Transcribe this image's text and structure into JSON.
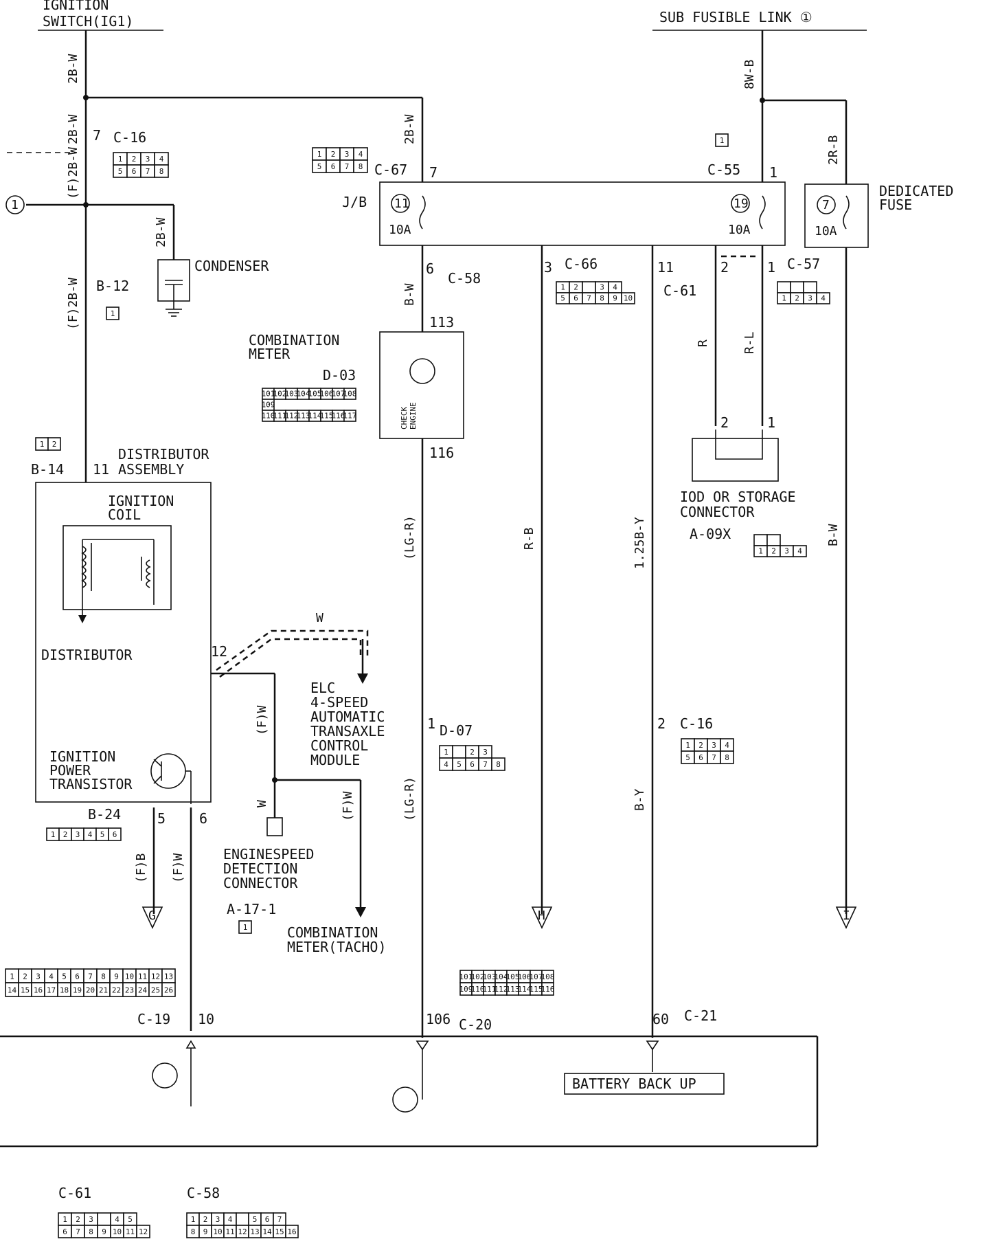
{
  "sources": {
    "ignition_switch": [
      "IGNITION",
      "SWITCH(IG1)"
    ],
    "sub_fusible_link": "SUB FUSIBLE LINK ①"
  },
  "wires": {
    "w_2bw": "2B-W",
    "w_f2bw": "(F)2B-W",
    "w_8wb": "8W-B",
    "w_2rb": "2R-B",
    "w_bw": "B-W",
    "w_lgr": "(LG-R)",
    "w_rb": "R-B",
    "w_125by": "1.25B-Y",
    "w_by": "B-Y",
    "w_r": "R",
    "w_rl": "R-L",
    "w_w": "W",
    "w_fw": "(F)W",
    "w_fb": "(F)B"
  },
  "connectors": {
    "c16": "C-16",
    "c67": "C-67",
    "c55": "C-55",
    "c58": "C-58",
    "c66": "C-66",
    "c61": "C-61",
    "c57": "C-57",
    "b12": "B-12",
    "b14": "B-14",
    "d03": "D-03",
    "a09x": "A-09X",
    "d07": "D-07",
    "b24": "B-24",
    "a171": "A-17-1",
    "c19": "C-19",
    "c20": "C-20",
    "c21": "C-21",
    "jb": "J/B"
  },
  "components": {
    "condenser": "CONDENSER",
    "combination_meter": [
      "COMBINATION",
      "METER"
    ],
    "check_engine": [
      "CHECK",
      "ENGINE"
    ],
    "dedicated_fuse": [
      "DEDICATED",
      "FUSE"
    ],
    "distributor_assembly": [
      "DISTRIBUTOR",
      "ASSEMBLY"
    ],
    "ignition_coil": [
      "IGNITION",
      "COIL"
    ],
    "distributor": "DISTRIBUTOR",
    "ignition_power_transistor": [
      "IGNITION",
      "POWER",
      "TRANSISTOR"
    ],
    "iod_connector": [
      "IOD OR STORAGE",
      "CONNECTOR"
    ],
    "elc_module": [
      "ELC",
      "4-SPEED",
      "AUTOMATIC",
      "TRANSAXLE",
      "CONTROL",
      "MODULE"
    ],
    "enginespeed_connector": [
      "ENGINESPEED",
      "DETECTION",
      "CONNECTOR"
    ],
    "combination_meter_tacho": [
      "COMBINATION",
      "METER(TACHO)"
    ],
    "battery_back_up": "BATTERY BACK UP"
  },
  "fuses": {
    "f11": "11",
    "f19": "19",
    "f7": "7",
    "amp": "10A"
  },
  "pins": {
    "p7": "7",
    "p1": "1",
    "p6": "6",
    "p3": "3",
    "p11": "11",
    "p2": "2",
    "p113": "113",
    "p116": "116",
    "p11b": "11",
    "p12": "12",
    "p5": "5",
    "p10": "10",
    "p106": "106",
    "p60": "60"
  },
  "terminals": {
    "g": "G",
    "h": "H",
    "i": "I",
    "circle1": "1"
  },
  "pinblocks": {
    "c16": [
      [
        "1",
        "2",
        "3",
        "4"
      ],
      [
        "5",
        "6",
        "7",
        "8"
      ]
    ],
    "c67": [
      [
        "1",
        "2",
        "3",
        "4"
      ],
      [
        "5",
        "6",
        "7",
        "8"
      ]
    ],
    "c66": [
      [
        "1",
        "2",
        "",
        "3",
        "4"
      ],
      [
        "5",
        "6",
        "7",
        "8",
        "9",
        "10"
      ]
    ],
    "c57": [
      [
        "",
        "",
        ""
      ],
      [
        "1",
        "2",
        "3",
        "4"
      ]
    ],
    "a09x": [
      [
        "",
        ""
      ],
      [
        "1",
        "2",
        "3",
        "4"
      ]
    ],
    "d07": [
      [
        "1",
        "",
        "2",
        "3"
      ],
      [
        "4",
        "5",
        "6",
        "7",
        "8"
      ]
    ],
    "c16b": [
      [
        "1",
        "2",
        "3",
        "4"
      ],
      [
        "5",
        "6",
        "7",
        "8"
      ]
    ],
    "d03": [
      [
        "101",
        "102",
        "103",
        "104",
        "105",
        "106",
        "107",
        "108"
      ],
      [
        "109"
      ],
      [
        "110",
        "111",
        "112",
        "113",
        "114",
        "115",
        "116",
        "117"
      ]
    ],
    "c19": [
      [
        "1",
        "2",
        "3",
        "4",
        "5",
        "6",
        "7",
        "8",
        "9",
        "10",
        "11",
        "12",
        "13"
      ],
      [
        "14",
        "15",
        "16",
        "17",
        "18",
        "19",
        "20",
        "21",
        "22",
        "23",
        "24",
        "25",
        "26"
      ]
    ],
    "c20": [
      [
        "101",
        "102",
        "103",
        "104",
        "105",
        "106",
        "107",
        "108"
      ],
      [
        "109",
        "110",
        "111",
        "112",
        "113",
        "114",
        "115",
        "116"
      ]
    ],
    "c61": [
      [
        "1",
        "2",
        "3",
        "",
        "4",
        "5"
      ],
      [
        "6",
        "7",
        "8",
        "9",
        "10",
        "11",
        "12"
      ]
    ],
    "c58": [
      [
        "1",
        "2",
        "3",
        "4",
        "",
        "5",
        "6",
        "7"
      ],
      [
        "8",
        "9",
        "10",
        "11",
        "12",
        "13",
        "14",
        "15",
        "16"
      ]
    ],
    "b24": [
      "1",
      "2",
      "3",
      "4",
      "5",
      "6"
    ],
    "b14": [
      "1",
      "2"
    ],
    "b12": [
      "1"
    ],
    "c55": [
      "1"
    ],
    "a171": [
      "1"
    ]
  }
}
